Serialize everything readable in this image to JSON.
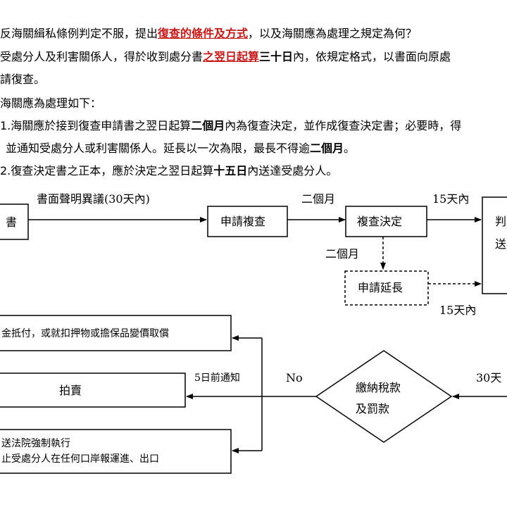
{
  "text": {
    "l1_a": "反海關緝私條例判定不服，提出",
    "l1_b": "復查的條件及方式",
    "l1_c": "，以及海關應為處理之規定為何？",
    "l2_a": "受處分人及利害關係人，得於收到處分書",
    "l2_b": "之翌日起算",
    "l2_c": "三十日",
    "l2_d": "內，依規定格式，以書面向原處",
    "l3": "請復查。",
    "l4": "海關應為處理如下：",
    "l5_a": "1.海關應於接到復查申請書之翌日起算",
    "l5_b": "二個月",
    "l5_c": "內為復查決定，並作成復查決定書；必要時，得",
    "l6_a": "並通知受處分人或利害關係人。延長以一次為限，最長不得逾",
    "l6_b": "二個月",
    "l6_c": "。",
    "l7_a": "2.復查決定書之正本，應於決定之翌日起算",
    "l7_b": "十五日",
    "l7_c": "內送達受處分人。"
  },
  "flow": {
    "box_book": "書",
    "arrow1_label": "書面聲明異議(30天內)",
    "box_apply": "申請複查",
    "arrow2_label": "二個月",
    "box_decision": "複查決定",
    "arrow3_label": "15天內",
    "box_right_1": "判",
    "box_right_2": "送",
    "extend_label": "二個月",
    "box_extend": "申請延長",
    "extend_back_label": "15天內",
    "box_pay": "金抵付，或就扣押物或擔保品變價取償",
    "box_auction": "拍賣",
    "auction_note": "5日前通知",
    "no_label": "No",
    "diamond_1": "繳納稅款",
    "diamond_2": "及罰款",
    "right_30": "30天",
    "box_court_1": "送法院強制執行",
    "box_court_2": "止受處分人在任何口岸報運進、出口"
  }
}
